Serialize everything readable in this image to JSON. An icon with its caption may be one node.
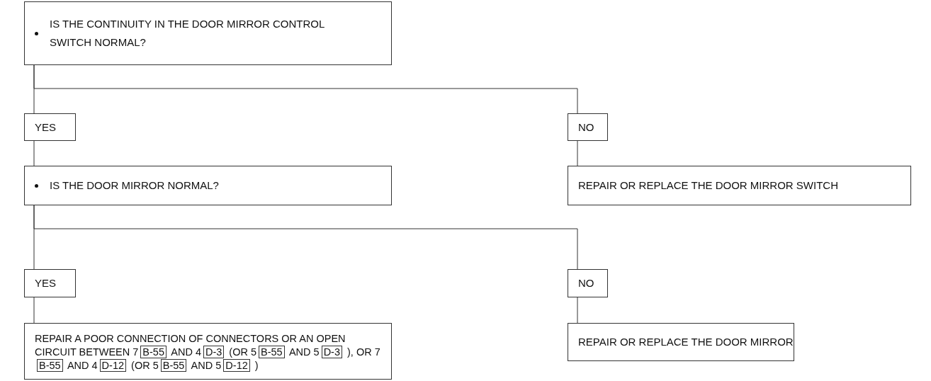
{
  "diagram": {
    "nodes": [
      {
        "text": [
          "IS THE CONTINUITY IN THE DOOR MIRROR CONTROL SWITCH NORMAL?"
        ]
      },
      {
        "text": [
          "YES"
        ]
      },
      {
        "text": [
          "NO"
        ]
      },
      {
        "text": [
          "IS THE DOOR MIRROR NORMAL?"
        ]
      },
      {
        "text": [
          "REPAIR OR REPLACE THE DOOR MIRROR SWITCH"
        ]
      },
      {
        "text": [
          "YES"
        ]
      },
      {
        "text": [
          "NO"
        ]
      },
      {
        "text": [
          "REPAIR A POOR CONNECTION OF CONNECTORS OR AN OPEN CIRCUIT BETWEEN 7",
          "AND 4",
          "(OR 5",
          "AND 5",
          "), OR 7",
          "AND 4",
          "(OR 5",
          "AND 5",
          ")"
        ]
      },
      {
        "text": [
          "B-55"
        ],
        "in": 7
      },
      {
        "text": [
          "D-3"
        ],
        "in": 7
      },
      {
        "text": [
          "B-55"
        ],
        "in": 7
      },
      {
        "text": [
          "D-3"
        ],
        "in": 7
      },
      {
        "text": [
          "B-55"
        ],
        "in": 7
      },
      {
        "text": [
          "D-12"
        ],
        "in": 7
      },
      {
        "text": [
          "B-55"
        ],
        "in": 7
      },
      {
        "text": [
          "D-12"
        ],
        "in": 7
      },
      {
        "text": [
          "REPAIR OR REPLACE THE DOOR MIRROR"
        ]
      }
    ],
    "edges": [
      {
        "from": 0,
        "to": 1,
        "arrow": "none"
      },
      {
        "from": 0,
        "to": 2,
        "arrow": "none"
      },
      {
        "from": 1,
        "to": 3,
        "arrow": "none"
      },
      {
        "from": 2,
        "to": 4,
        "arrow": "none"
      },
      {
        "from": 3,
        "to": 5,
        "arrow": "none"
      },
      {
        "from": 3,
        "to": 6,
        "arrow": "none"
      },
      {
        "from": 5,
        "to": 7,
        "arrow": "none"
      },
      {
        "from": 6,
        "to": 16,
        "arrow": "none"
      }
    ]
  }
}
